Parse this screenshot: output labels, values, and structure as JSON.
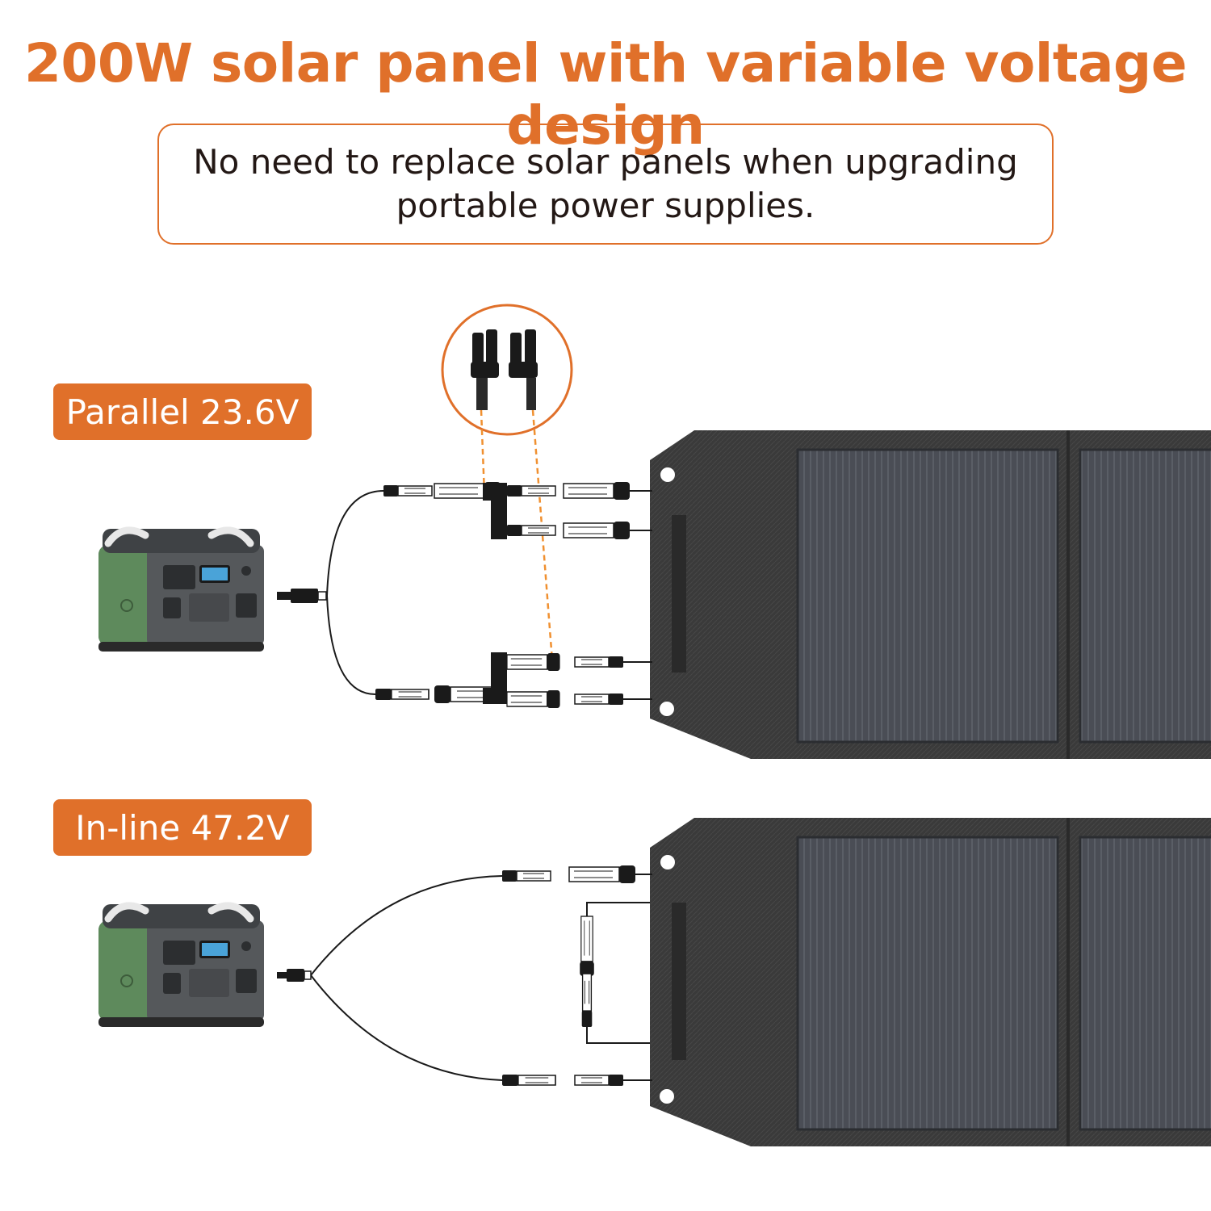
{
  "headline": "200W solar panel with variable voltage design",
  "subtitle": "No need to replace solar panels when upgrading portable power supplies.",
  "modes": [
    {
      "label": "Parallel 23.6V"
    },
    {
      "label": "In-line 47.2V"
    }
  ],
  "colors": {
    "accent": "#E0702A",
    "panel": "#3a3a3a",
    "cell": "#4a4d55",
    "station_body": "#5a5d60",
    "station_green": "#5e8a5c",
    "text_dark": "#231815"
  },
  "icons": [
    "portable-power-station",
    "solar-panel",
    "mc4-branch-connector",
    "mc4-connector",
    "dc-input-plug"
  ]
}
